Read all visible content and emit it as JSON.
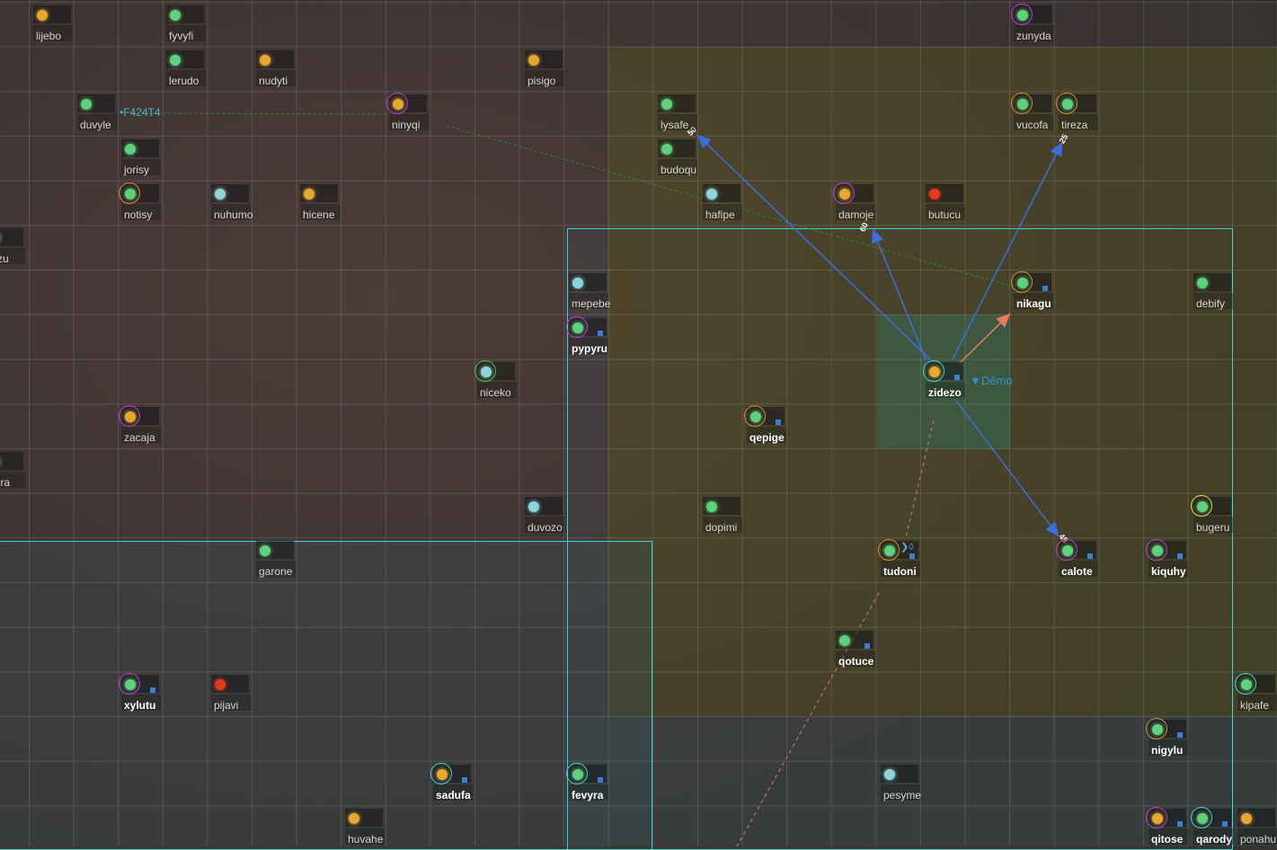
{
  "colors": {
    "dot_green": "#5ed17a",
    "dot_yellow": "#e6a92f",
    "dot_cyan": "#8fd5d8",
    "dot_red": "#e23a1b",
    "ring_magenta": "#c23bd3",
    "ring_orange": "#d98a2e",
    "ring_cyan": "#3fd3d3",
    "ring_green": "#45c945",
    "ring_yellow": "#e8df3a",
    "zone_border": "#3fd3d3",
    "arrow_blue": "#3b6fe0",
    "arrow_orange": "#f07a5a"
  },
  "labels": {
    "fleet_tag": "•F424T4",
    "demo_tag": "▼Dēmo",
    "tudoni_suffix": "❯◊"
  },
  "links": [
    {
      "name": "link-zidezo-lysafe",
      "label": "50"
    },
    {
      "name": "link-zidezo-tireza",
      "label": "25"
    },
    {
      "name": "link-zidezo-damoje",
      "label": "60"
    },
    {
      "name": "link-zidezo-calote",
      "label": "45"
    },
    {
      "name": "link-zidezo-nikagu",
      "label": ""
    }
  ],
  "systems": [
    {
      "name": "lijebo",
      "dot": "yellow",
      "ring": "",
      "bold": false,
      "marker": false
    },
    {
      "name": "fyvyfi",
      "dot": "green",
      "ring": "",
      "bold": false,
      "marker": false
    },
    {
      "name": "zunyda",
      "dot": "green",
      "ring": "magenta",
      "bold": false,
      "marker": false
    },
    {
      "name": "lerudo",
      "dot": "green",
      "ring": "",
      "bold": false,
      "marker": false
    },
    {
      "name": "nudyti",
      "dot": "yellow",
      "ring": "",
      "bold": false,
      "marker": false
    },
    {
      "name": "pisigo",
      "dot": "yellow",
      "ring": "",
      "bold": false,
      "marker": false
    },
    {
      "name": "duvyle",
      "dot": "green",
      "ring": "",
      "bold": false,
      "marker": false
    },
    {
      "name": "ninyqi",
      "dot": "yellow",
      "ring": "magenta",
      "bold": false,
      "marker": false
    },
    {
      "name": "lysafe",
      "dot": "green",
      "ring": "",
      "bold": false,
      "marker": false
    },
    {
      "name": "vucofa",
      "dot": "green",
      "ring": "orange",
      "bold": false,
      "marker": false
    },
    {
      "name": "tireza",
      "dot": "green",
      "ring": "orange",
      "bold": false,
      "marker": false
    },
    {
      "name": "jorisy",
      "dot": "green",
      "ring": "",
      "bold": false,
      "marker": false
    },
    {
      "name": "budoqu",
      "dot": "green",
      "ring": "",
      "bold": false,
      "marker": false
    },
    {
      "name": "notisy",
      "dot": "green",
      "ring": "orange",
      "bold": false,
      "marker": false
    },
    {
      "name": "nuhumo",
      "dot": "cyan",
      "ring": "",
      "bold": false,
      "marker": false
    },
    {
      "name": "hicene",
      "dot": "yellow",
      "ring": "",
      "bold": false,
      "marker": false
    },
    {
      "name": "hafipe",
      "dot": "cyan",
      "ring": "",
      "bold": false,
      "marker": false
    },
    {
      "name": "damoje",
      "dot": "yellow",
      "ring": "magenta",
      "bold": false,
      "marker": false
    },
    {
      "name": "butucu",
      "dot": "red",
      "ring": "",
      "bold": false,
      "marker": false
    },
    {
      "name": "tezu",
      "dot": "cyan",
      "ring": "",
      "bold": false,
      "marker": false
    },
    {
      "name": "mepebe",
      "dot": "cyan",
      "ring": "",
      "bold": false,
      "marker": false
    },
    {
      "name": "nikagu",
      "dot": "green",
      "ring": "orange",
      "bold": true,
      "marker": true
    },
    {
      "name": "debify",
      "dot": "green",
      "ring": "",
      "bold": false,
      "marker": false
    },
    {
      "name": "pypyru",
      "dot": "green",
      "ring": "magenta",
      "bold": true,
      "marker": true
    },
    {
      "name": "niceko",
      "dot": "cyan",
      "ring": "green",
      "bold": false,
      "marker": false
    },
    {
      "name": "zidezo",
      "dot": "yellow",
      "ring": "cyan",
      "bold": true,
      "marker": true
    },
    {
      "name": "zacaja",
      "dot": "yellow",
      "ring": "magenta",
      "bold": false,
      "marker": false
    },
    {
      "name": "qepige",
      "dot": "green",
      "ring": "orange",
      "bold": true,
      "marker": true
    },
    {
      "name": "bura",
      "dot": "green",
      "ring": "",
      "bold": false,
      "marker": false
    },
    {
      "name": "duvozo",
      "dot": "cyan",
      "ring": "",
      "bold": false,
      "marker": false
    },
    {
      "name": "dopimi",
      "dot": "green",
      "ring": "",
      "bold": false,
      "marker": false
    },
    {
      "name": "bugeru",
      "dot": "green",
      "ring": "yellow",
      "bold": false,
      "marker": false
    },
    {
      "name": "garone",
      "dot": "green",
      "ring": "",
      "bold": false,
      "marker": false
    },
    {
      "name": "tudoni",
      "dot": "green",
      "ring": "orange",
      "bold": true,
      "marker": true
    },
    {
      "name": "calote",
      "dot": "green",
      "ring": "magenta",
      "bold": true,
      "marker": true
    },
    {
      "name": "kiquhy",
      "dot": "green",
      "ring": "magenta",
      "bold": true,
      "marker": true
    },
    {
      "name": "qotuce",
      "dot": "green",
      "ring": "",
      "bold": true,
      "marker": true
    },
    {
      "name": "xylutu",
      "dot": "green",
      "ring": "magenta",
      "bold": true,
      "marker": true
    },
    {
      "name": "pijavi",
      "dot": "red",
      "ring": "",
      "bold": false,
      "marker": false
    },
    {
      "name": "kipafe",
      "dot": "green",
      "ring": "cyan",
      "bold": false,
      "marker": false
    },
    {
      "name": "nigylu",
      "dot": "green",
      "ring": "orange",
      "bold": true,
      "marker": true
    },
    {
      "name": "sadufa",
      "dot": "yellow",
      "ring": "cyan",
      "bold": true,
      "marker": true
    },
    {
      "name": "fevyra",
      "dot": "green",
      "ring": "cyan",
      "bold": true,
      "marker": true
    },
    {
      "name": "pesyme",
      "dot": "cyan",
      "ring": "",
      "bold": false,
      "marker": false
    },
    {
      "name": "huvahe",
      "dot": "yellow",
      "ring": "",
      "bold": false,
      "marker": false
    },
    {
      "name": "qitose",
      "dot": "yellow",
      "ring": "magenta",
      "bold": true,
      "marker": true
    },
    {
      "name": "qarody",
      "dot": "green",
      "ring": "cyan",
      "bold": true,
      "marker": true
    },
    {
      "name": "ponahu",
      "dot": "yellow",
      "ring": "",
      "bold": false,
      "marker": false
    }
  ]
}
